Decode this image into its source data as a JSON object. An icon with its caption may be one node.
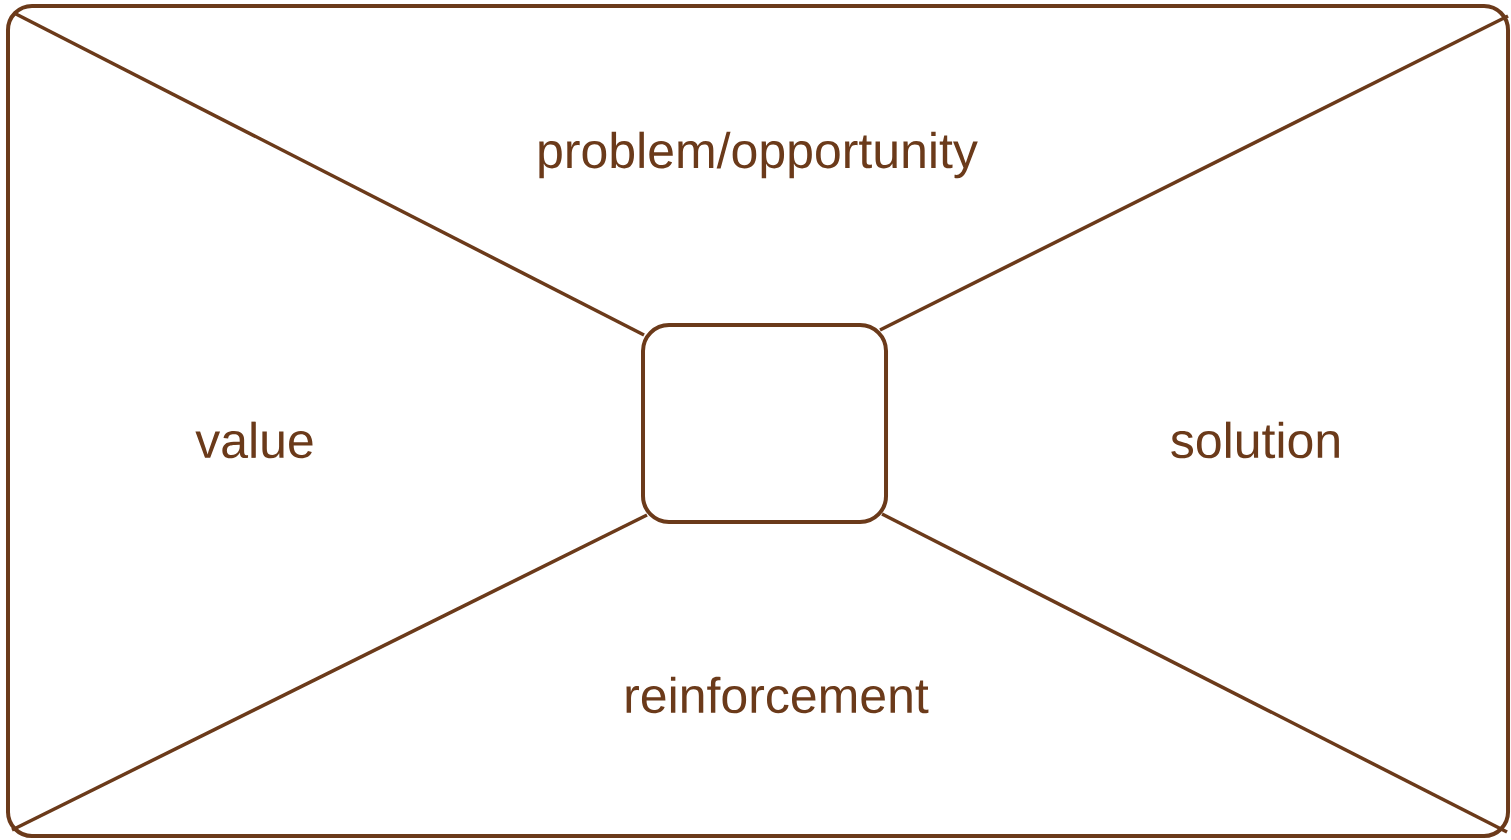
{
  "diagram": {
    "nodes": [
      {
        "text": [],
        "shape": "box"
      },
      {
        "text": [],
        "shape": "box",
        "in": 0
      }
    ],
    "edges": [
      {
        "from": 0,
        "to": 1,
        "arrow": "none"
      },
      {
        "from": 0,
        "to": 1,
        "arrow": "none"
      },
      {
        "from": 0,
        "to": 1,
        "arrow": "none"
      },
      {
        "from": 0,
        "to": 1,
        "arrow": "none"
      }
    ],
    "labels": [
      "problem/opportunity",
      "value",
      "solution",
      "reinforcement"
    ]
  }
}
